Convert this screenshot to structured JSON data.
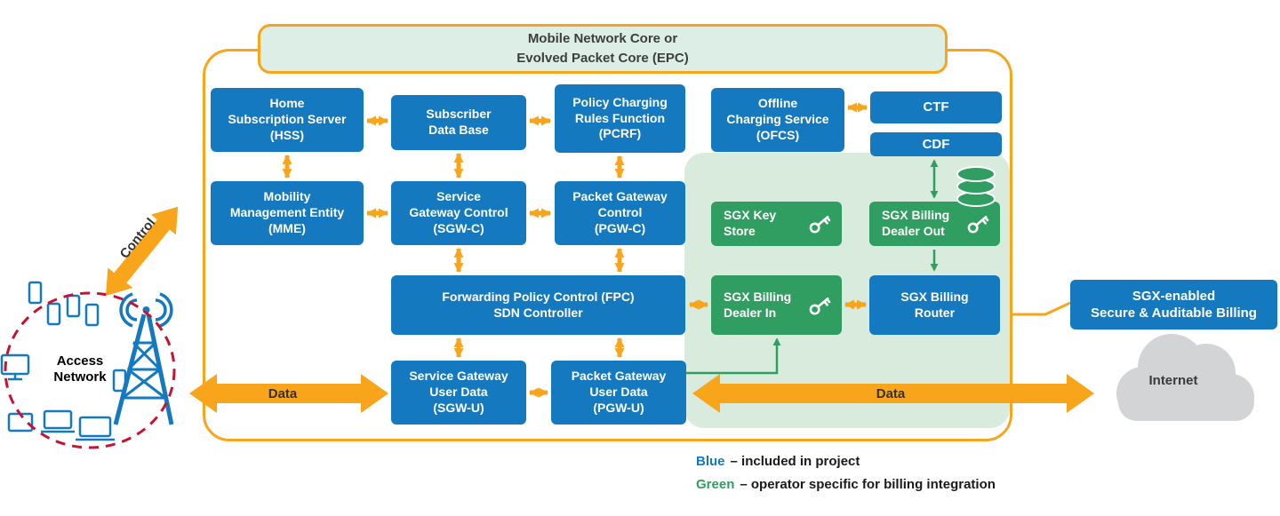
{
  "colors": {
    "blue": "#1479BE",
    "green": "#2F9E60",
    "orange": "#F8A51B",
    "panel_green": "#D9EBDD",
    "title_green": "#DDEEE6",
    "red_dashed": "#C41432",
    "cloud_gray": "#D2D4D6"
  },
  "title": "Mobile Network Core or\nEvolved Packet Core (EPC)",
  "nodes": {
    "hss": "Home\nSubscription Server\n(HSS)",
    "subscriber_db": "Subscriber\nData Base",
    "pcrf": "Policy Charging\nRules Function\n(PCRF)",
    "ofcs": "Offline\nCharging Service\n(OFCS)",
    "ctf": "CTF",
    "cdf": "CDF",
    "mme": "Mobility\nManagement Entity\n(MME)",
    "sgw_c": "Service\nGateway Control\n(SGW-C)",
    "pgw_c": "Packet Gateway\nControl\n(PGW-C)",
    "fpc": "Forwarding Policy Control (FPC)\nSDN Controller",
    "sgw_u": "Service Gateway\nUser Data\n(SGW-U)",
    "pgw_u": "Packet Gateway\nUser Data\n(PGW-U)",
    "sgx_key_store": "SGX Key\nStore",
    "sgx_billing_dealer_out": "SGX Billing\nDealer Out",
    "sgx_billing_dealer_in": "SGX Billing\nDealer In",
    "sgx_billing_router": "SGX Billing\nRouter",
    "sgx_enabled_billing": "SGX-enabled\nSecure & Auditable Billing"
  },
  "labels": {
    "control": "Control",
    "data_left": "Data",
    "data_right": "Data",
    "access_network": "Access\nNetwork",
    "internet": "Internet"
  },
  "legend": [
    {
      "term": "Blue",
      "desc": "– included in project"
    },
    {
      "term": "Green",
      "desc": "– operator specific for billing integration"
    }
  ]
}
